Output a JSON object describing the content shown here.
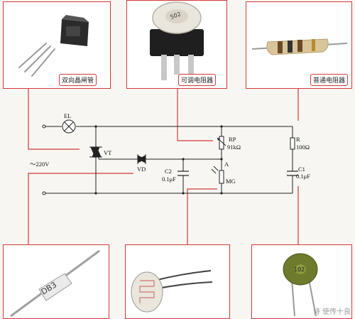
{
  "photo_tags": {
    "triac": "双向晶闸管",
    "potentiometer": "可调电阻器",
    "resistor": "普通电阻器"
  },
  "potentiometer_marking": "502",
  "diac_marking": "DB3",
  "capacitor_marking": "102",
  "circuit": {
    "supply": "～220V",
    "lamp": "EL",
    "triac": "VT",
    "diac": "VD",
    "rp_name": "RP",
    "rp_value": "91kΩ",
    "r_name": "R",
    "r_value": "100Ω",
    "c1_name": "C1",
    "c1_value": "0.1μF",
    "c2_name": "C2",
    "c2_value": "0.1μF",
    "node_a": "A",
    "photo_name": "MG"
  },
  "watermark": "诗 使传十良",
  "colors": {
    "frame": "#d23a3a",
    "wire": "#222222",
    "leader": "#d23a3a"
  }
}
